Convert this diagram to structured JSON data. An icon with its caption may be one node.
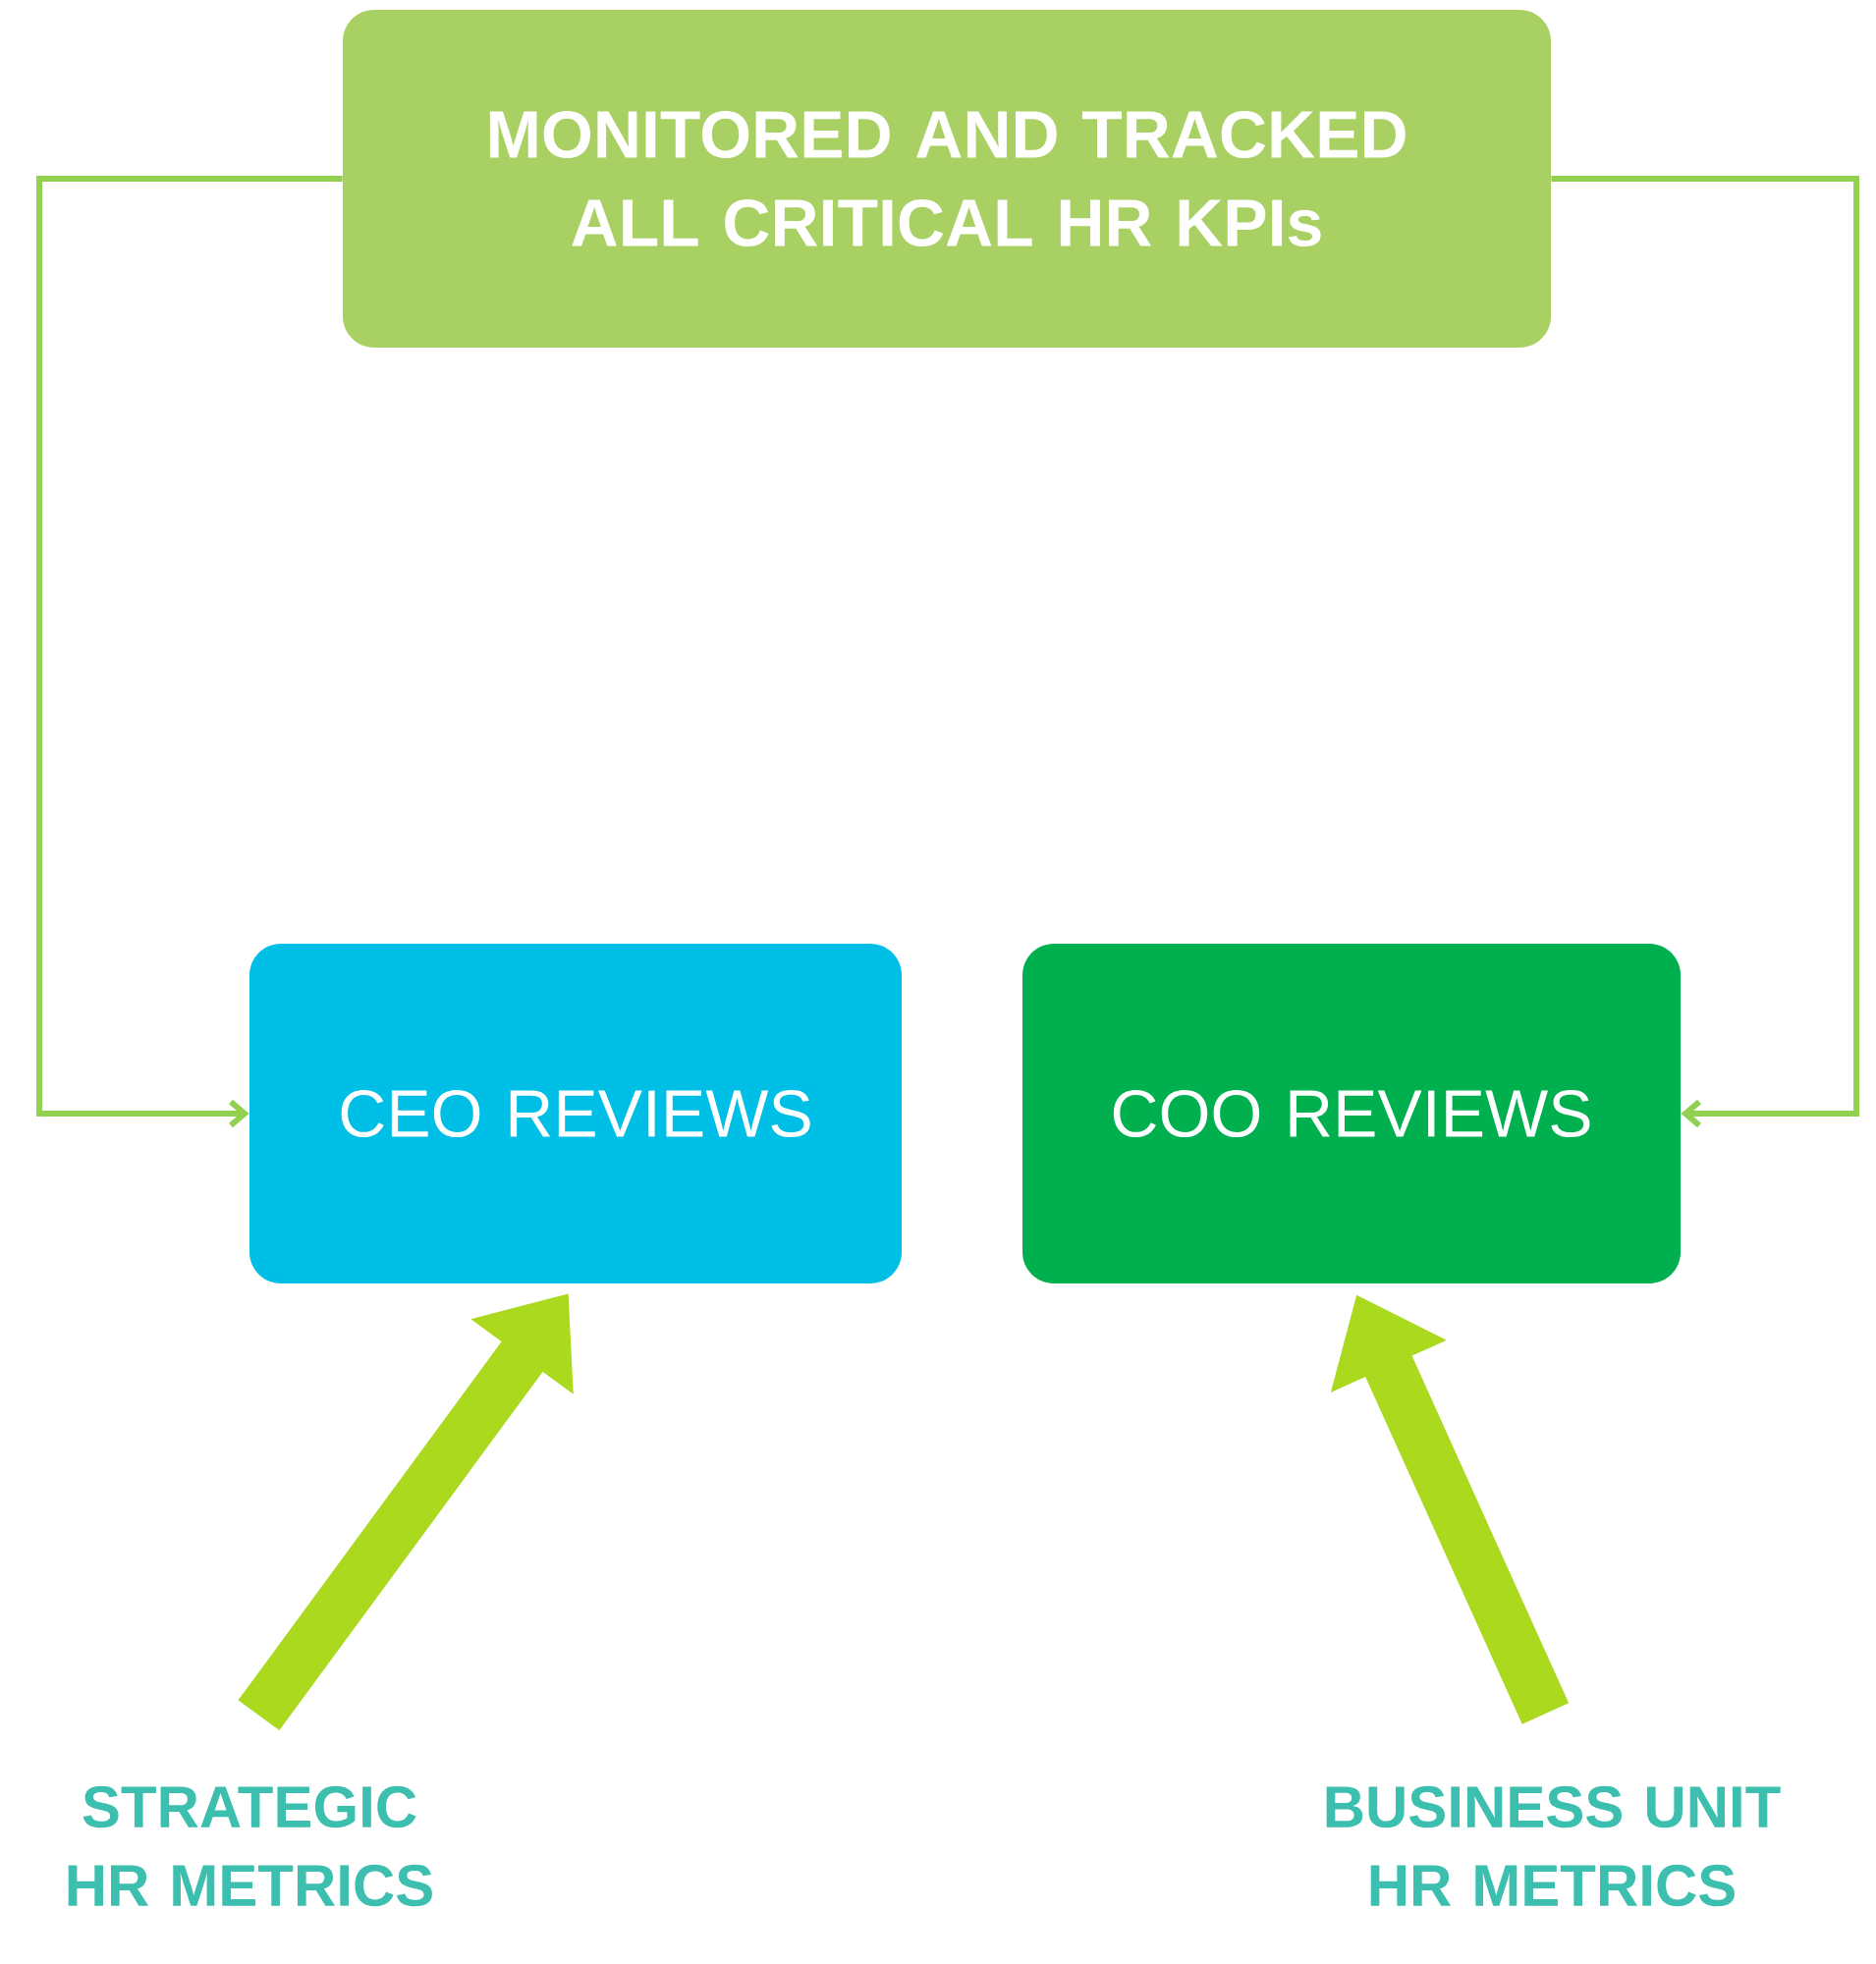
{
  "diagram": {
    "nodes": [
      {
        "text": [
          "MONITORED AND TRACKED ALL CRITICAL HR KPIs"
        ]
      },
      {
        "text": [
          "CEO REVIEWS"
        ]
      },
      {
        "text": [
          "COO REVIEWS"
        ]
      },
      {
        "text": [
          "STRATEGIC HR METRICS"
        ]
      },
      {
        "text": [
          "BUSINESS UNIT HR METRICS"
        ]
      }
    ],
    "edges": [
      {
        "from": 0,
        "to": 1,
        "arrow": "to"
      },
      {
        "from": 0,
        "to": 2,
        "arrow": "to"
      },
      {
        "from": 3,
        "to": 1,
        "arrow": "to",
        "style": "thick",
        "color": "#aad91e"
      },
      {
        "from": 4,
        "to": 2,
        "arrow": "to",
        "style": "thick",
        "color": "#aad91e"
      }
    ]
  }
}
